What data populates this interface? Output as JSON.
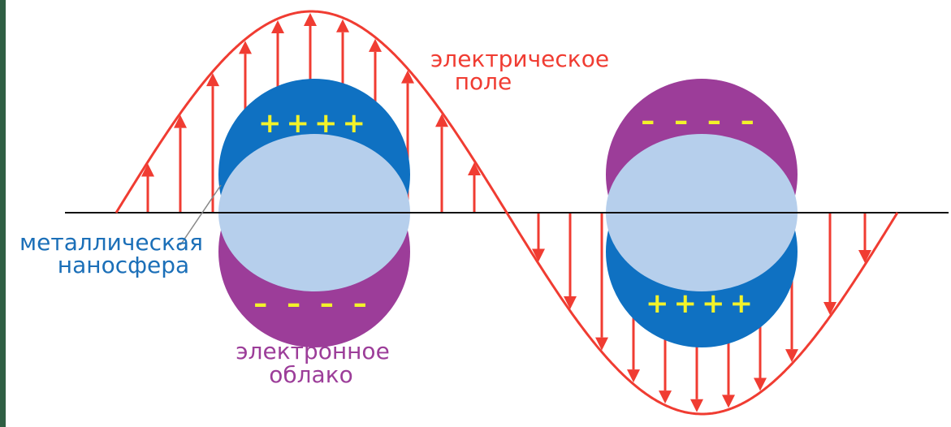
{
  "labels": {
    "field_line1": "электрическое",
    "field_line2": "поле",
    "sphere_line1": "металлическая",
    "sphere_line2": "наносфера",
    "cloud_line1": "электронное",
    "cloud_line2": "облако"
  },
  "charges": {
    "left_top": "++++",
    "left_bottom": "– – – –",
    "right_top": "– – – –",
    "right_bottom": "++++"
  },
  "colors": {
    "field": "#f03c32",
    "axis": "#111111",
    "sphere_shell": "#0f71c2",
    "sphere_core": "#b6cfec",
    "electron_cloud": "#9c3d99",
    "charge_sign": "#f2f22a",
    "sphere_label": "#1b6fb8",
    "cloud_label": "#9c3d99"
  }
}
